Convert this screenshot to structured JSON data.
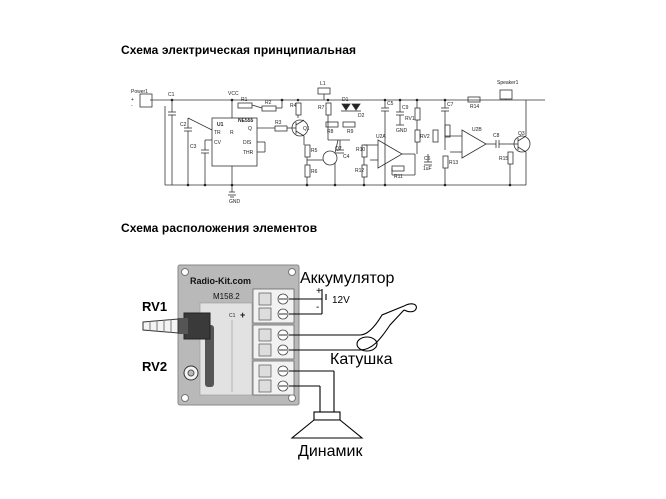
{
  "headings": {
    "schematic": "Схема электрическая принципиальная",
    "layout": "Схема расположения элементов"
  },
  "schematic": {
    "labels": {
      "power": "Power1",
      "plus": "+",
      "minus": "-",
      "c1": "C1",
      "c2": "C2",
      "c3": "C3",
      "c4": "C4",
      "c5": "C5",
      "c6": "C6",
      "c7": "C7",
      "c8": "C8",
      "c9": "C9",
      "u1": "U1",
      "ne555": "NE555",
      "vcc": "VCC",
      "gnd": "GND",
      "r1": "R1",
      "r2": "R2",
      "r3": "R3",
      "r4": "R4",
      "r5": "R5",
      "r6": "R6",
      "r7": "R7",
      "r8": "R8",
      "r9": "R9",
      "r10": "R10",
      "r11": "R11",
      "r12": "R12",
      "r13": "R13",
      "r14": "R14",
      "r15": "R15",
      "rv1": "RV1",
      "rv2": "RV2",
      "q1": "Q1",
      "q2": "Q2",
      "q3": "Q3",
      "l1": "L1",
      "d1": "D1",
      "d2": "D2",
      "u2a": "U2A",
      "u2b": "U2B",
      "speaker": "Speaker1",
      "c6val": "1uF",
      "pins": {
        "tr": "TR",
        "q": "Q",
        "cv": "CV",
        "r": "R",
        "dis": "DIS",
        "thr": "THR"
      }
    }
  },
  "layout": {
    "board_brand": "Radio-Kit.com",
    "board_model": "M158.2",
    "battery_label": "Аккумулятор",
    "battery_voltage": "12V",
    "coil_label": "Катушка",
    "speaker_label": "Динамик",
    "rv1_label": "RV1",
    "rv2_label": "RV2",
    "plus_sign": "+",
    "minus_sign": "-",
    "plus_small": "+",
    "c_mark": "C1"
  }
}
